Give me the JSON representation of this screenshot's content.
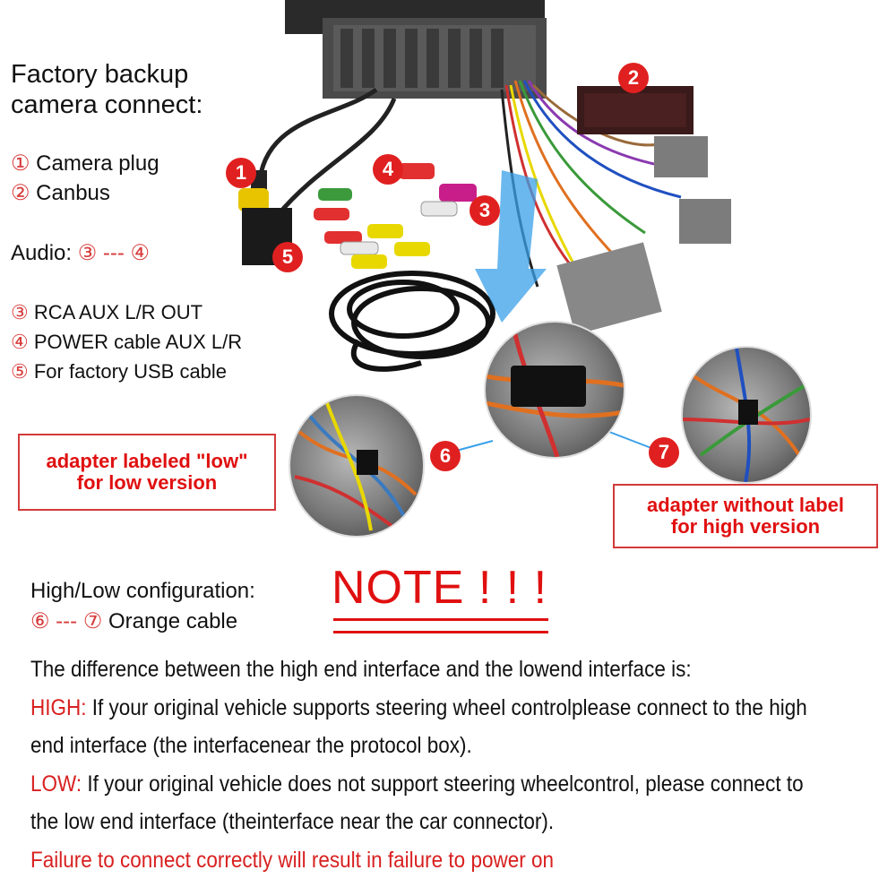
{
  "heading": "Factory backup\ncamera connect:",
  "legend": {
    "item1": {
      "num": "①",
      "text": " Camera plug"
    },
    "item2": {
      "num": "②",
      "text": " Canbus"
    },
    "audio_label": "Audio: ",
    "audio_range": "③ --- ④",
    "item3": {
      "num": "③",
      "text": " RCA AUX L/R OUT"
    },
    "item4": {
      "num": "④",
      "text": " POWER cable AUX L/R"
    },
    "item5": {
      "num": "⑤",
      "text": " For factory USB cable"
    }
  },
  "badges": [
    "1",
    "2",
    "3",
    "4",
    "5",
    "6",
    "7"
  ],
  "low_box": {
    "line1": "adapter labeled \"low\"",
    "line2": "for low version"
  },
  "high_box": {
    "line1": "adapter without label",
    "line2": "for high version"
  },
  "config": {
    "title": "High/Low configuration:",
    "range": "⑥ --- ⑦",
    "cable": " Orange cable"
  },
  "note": "NOTE ! ! !",
  "description": {
    "intro": "The difference between the high end interface and the lowend interface is:",
    "high_label": "HIGH:",
    "high_text": "  If your original vehicle supports steering wheel controlplease connect to the high",
    "high_text2": "end interface (the interfacenear the protocol box).",
    "low_label": "LOW:",
    "low_text": "  If your original vehicle does not support steering wheelcontrol, please connect to",
    "low_text2": "the low end interface (theinterface near the car connector).",
    "warning": "Failure to connect correctly will result in failure to power on"
  },
  "colors": {
    "accent_red": "#e01010",
    "badge_red": "#e02020",
    "arrow_blue": "#3aa0e8"
  }
}
